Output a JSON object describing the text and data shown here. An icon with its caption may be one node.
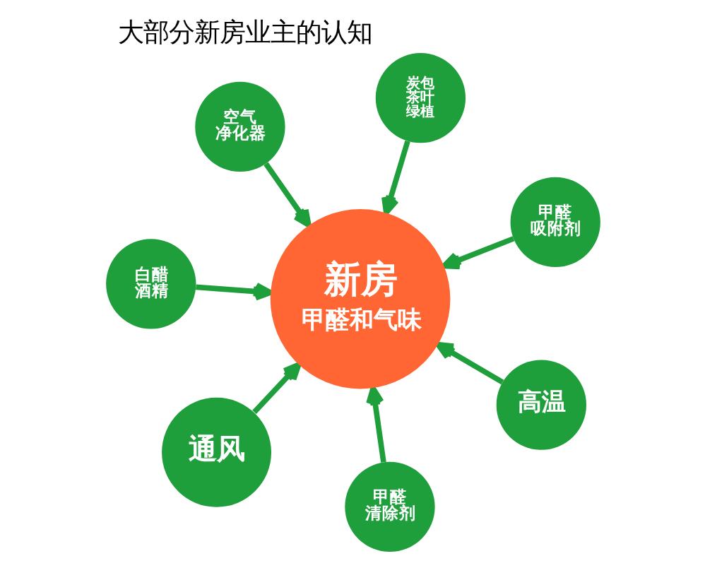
{
  "diagram": {
    "title": "大部分新房业主的认知",
    "nodes": [
      {
        "text": [
          "空气净化器"
        ]
      },
      {
        "text": [
          "甲醛吸附剂"
        ]
      },
      {
        "text": [
          "甲醛清除剂"
        ]
      },
      {
        "text": [
          "新房",
          "甲醛和气味"
        ]
      },
      {
        "text": [
          "炭包茶叶绿植"
        ]
      },
      {
        "text": [
          "白醋酒精"
        ]
      },
      {
        "text": [
          "通风"
        ]
      },
      {
        "text": [
          "高温"
        ]
      }
    ],
    "edges": [
      {
        "from": 0,
        "to": 3,
        "arrow": "to"
      },
      {
        "from": 1,
        "to": 3,
        "arrow": "to"
      },
      {
        "from": 2,
        "to": 3,
        "arrow": "to"
      },
      {
        "from": 4,
        "to": 3,
        "arrow": "to"
      },
      {
        "from": 5,
        "to": 3,
        "arrow": "to"
      },
      {
        "from": 6,
        "to": 3,
        "arrow": "to"
      },
      {
        "from": 7,
        "to": 3,
        "arrow": "to"
      }
    ]
  }
}
